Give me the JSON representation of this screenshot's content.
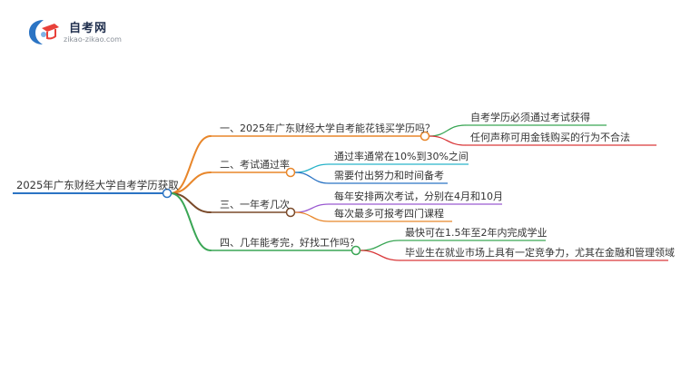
{
  "logo": {
    "title": "自考网",
    "subtitle": "zikao-zikao.com",
    "icon": "graduation-cap-icon"
  },
  "mindmap": {
    "root": "2025年广东财经大学自考学历获取",
    "root_color": "#2b74c4",
    "branches": [
      {
        "label": "一、2025年广东财经大学自考能花钱买学历吗？",
        "color": "#e8862a",
        "children": [
          {
            "label": "自考学历必须通过考试获得",
            "color": "#3aa655"
          },
          {
            "label": "任何声称可用金钱购买的行为不合法",
            "color": "#d9393b"
          }
        ]
      },
      {
        "label": "二、考试通过率",
        "color": "#e8862a",
        "children": [
          {
            "label": "通过率通常在10%到30%之间",
            "color": "#29b3c9"
          },
          {
            "label": "需要付出努力和时间备考",
            "color": "#2b74c4"
          }
        ]
      },
      {
        "label": "三、一年考几次",
        "color": "#7a4a2a",
        "children": [
          {
            "label": "每年安排两次考试，分别在4月和10月",
            "color": "#9a5ad1"
          },
          {
            "label": "每次最多可报考四门课程",
            "color": "#e8862a"
          }
        ]
      },
      {
        "label": "四、几年能考完，好找工作吗？",
        "color": "#3aa655",
        "children": [
          {
            "label": "最快可在1.5年至2年内完成学业",
            "color": "#3aa655"
          },
          {
            "label": "毕业生在就业市场上具有一定竞争力，尤其在金融和管理领域",
            "color": "#d9393b"
          }
        ]
      }
    ]
  }
}
